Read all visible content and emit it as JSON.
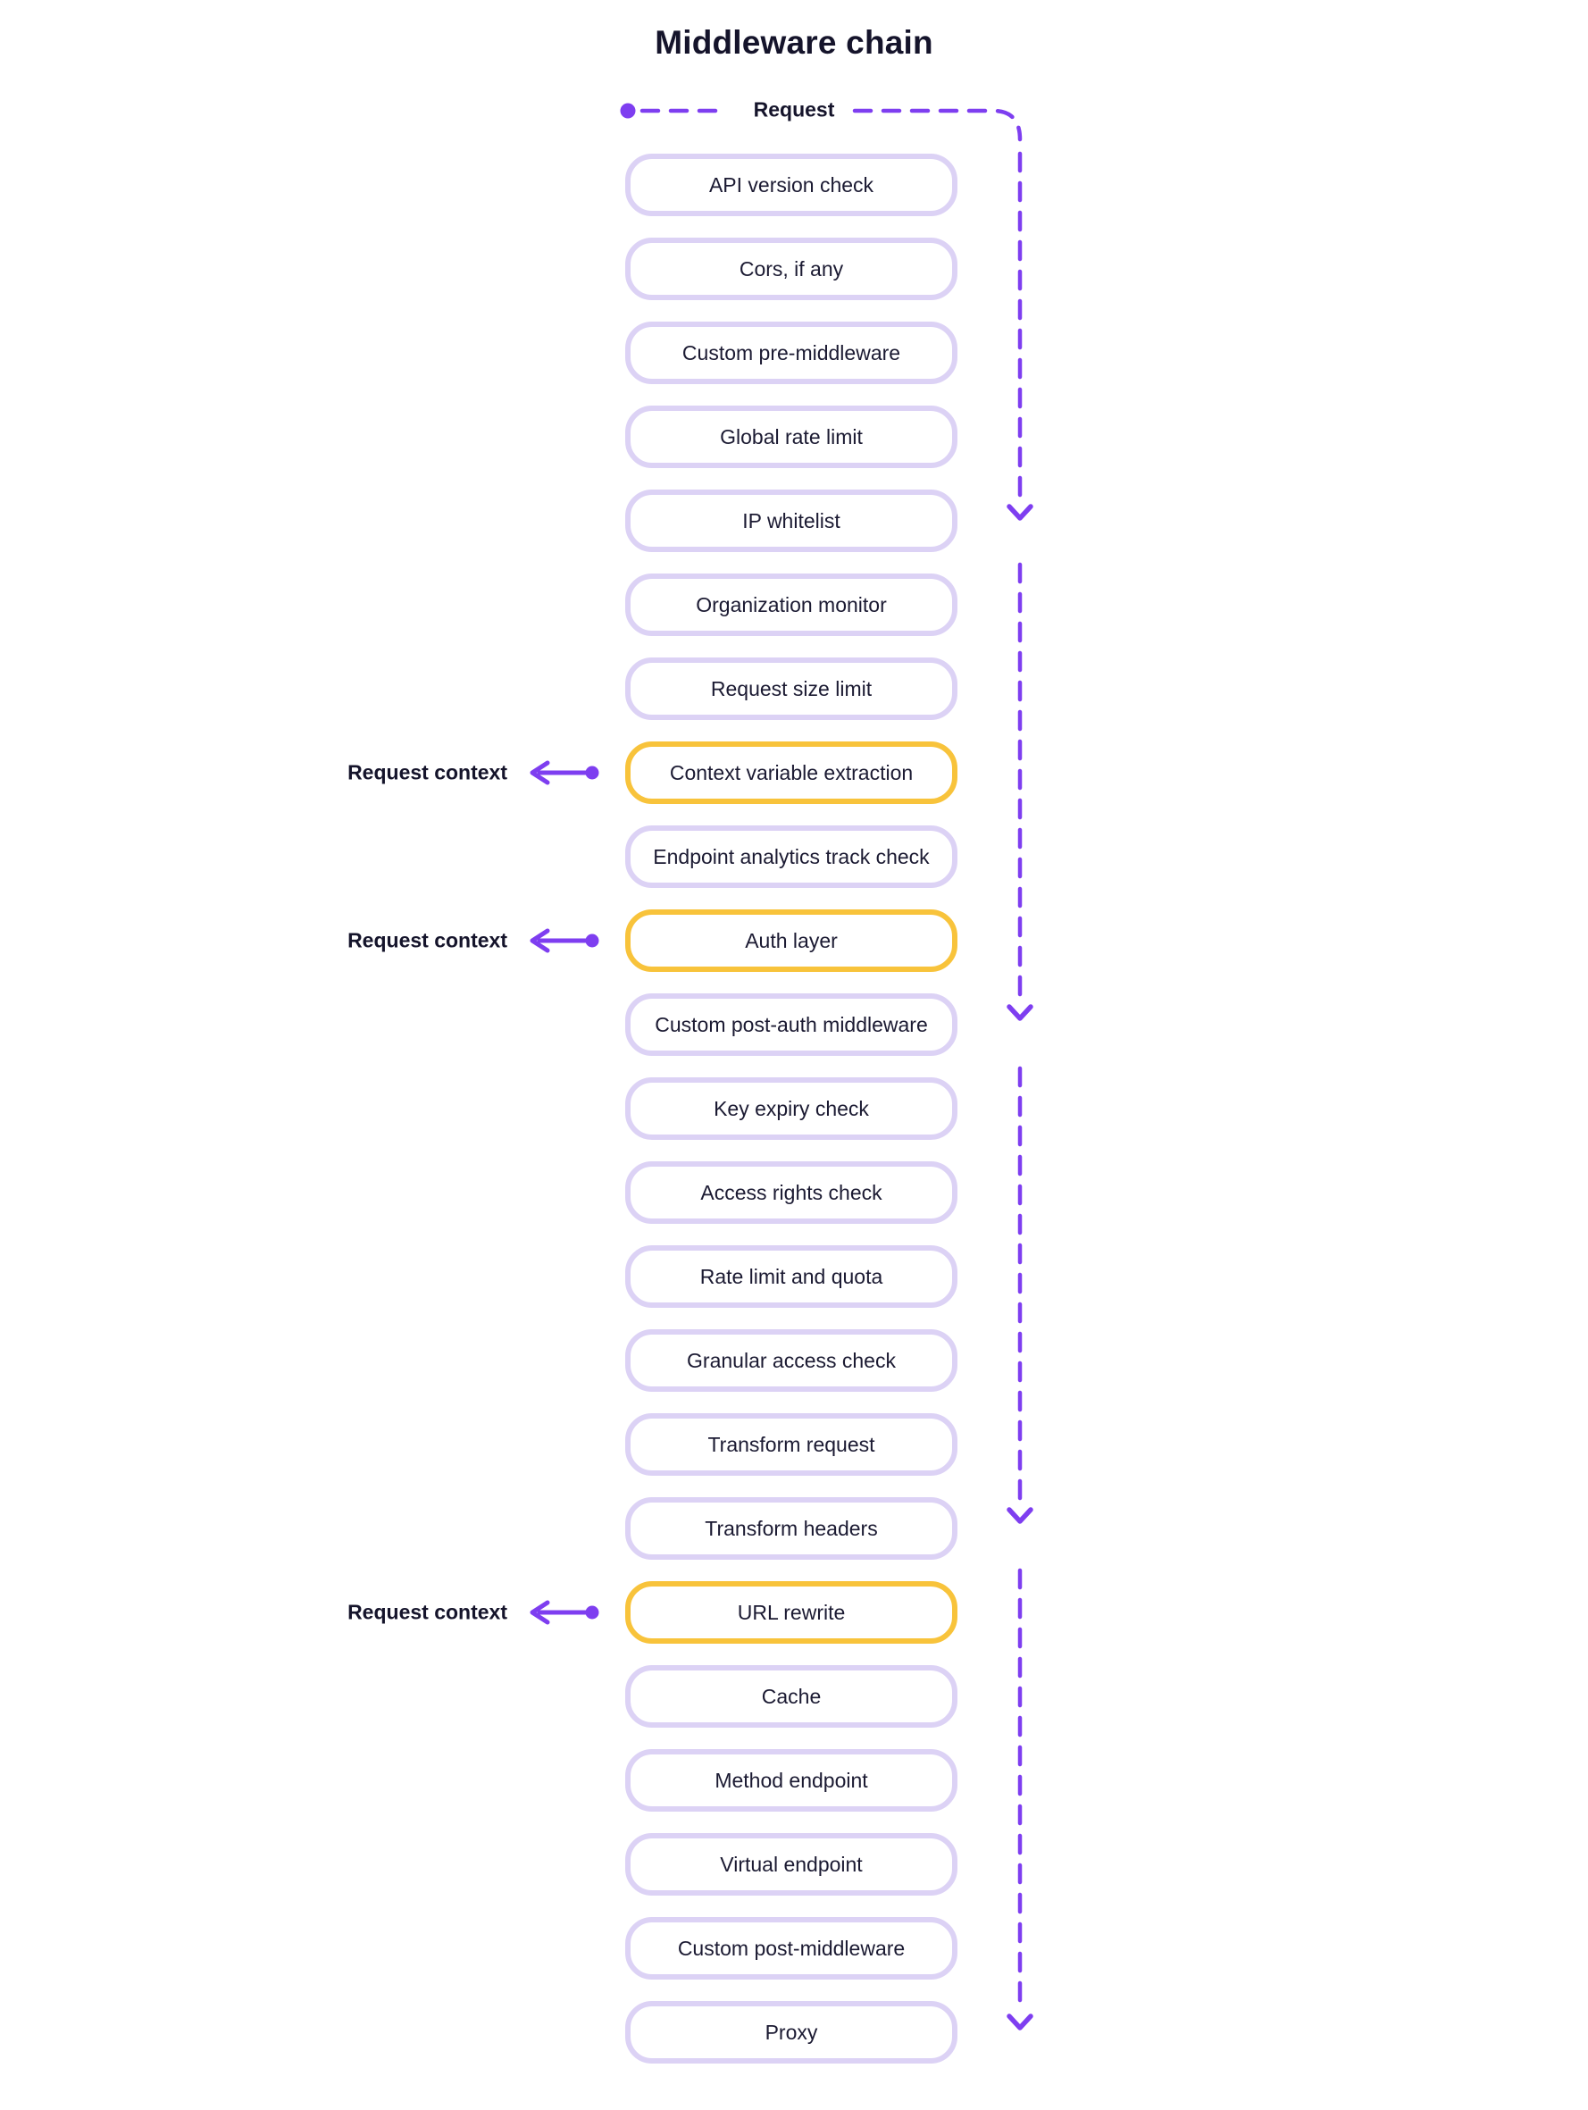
{
  "colors": {
    "purple": "#7e3ef0",
    "lavender": "#dcd2f5",
    "yellow": "#f8c33b",
    "ink": "#15142b"
  },
  "diagram": {
    "title": "Middleware chain",
    "entry_label": "Request",
    "context_label": "Request context",
    "middlewares": [
      {
        "label": "API version check",
        "highlight": false
      },
      {
        "label": "Cors, if any",
        "highlight": false
      },
      {
        "label": "Custom pre-middleware",
        "highlight": false
      },
      {
        "label": "Global rate limit",
        "highlight": false
      },
      {
        "label": "IP whitelist",
        "highlight": false
      },
      {
        "label": "Organization monitor",
        "highlight": false
      },
      {
        "label": "Request size limit",
        "highlight": false
      },
      {
        "label": "Context variable extraction",
        "highlight": true
      },
      {
        "label": "Endpoint analytics track check",
        "highlight": false
      },
      {
        "label": "Auth layer",
        "highlight": true
      },
      {
        "label": "Custom post-auth middleware",
        "highlight": false
      },
      {
        "label": "Key expiry check",
        "highlight": false
      },
      {
        "label": "Access rights check",
        "highlight": false
      },
      {
        "label": "Rate limit and quota",
        "highlight": false
      },
      {
        "label": "Granular access check",
        "highlight": false
      },
      {
        "label": "Transform request",
        "highlight": false
      },
      {
        "label": "Transform headers",
        "highlight": false
      },
      {
        "label": "URL rewrite",
        "highlight": true
      },
      {
        "label": "Cache",
        "highlight": false
      },
      {
        "label": "Method endpoint",
        "highlight": false
      },
      {
        "label": "Virtual endpoint",
        "highlight": false
      },
      {
        "label": "Custom post-middleware",
        "highlight": false
      },
      {
        "label": "Proxy",
        "highlight": false
      }
    ]
  }
}
